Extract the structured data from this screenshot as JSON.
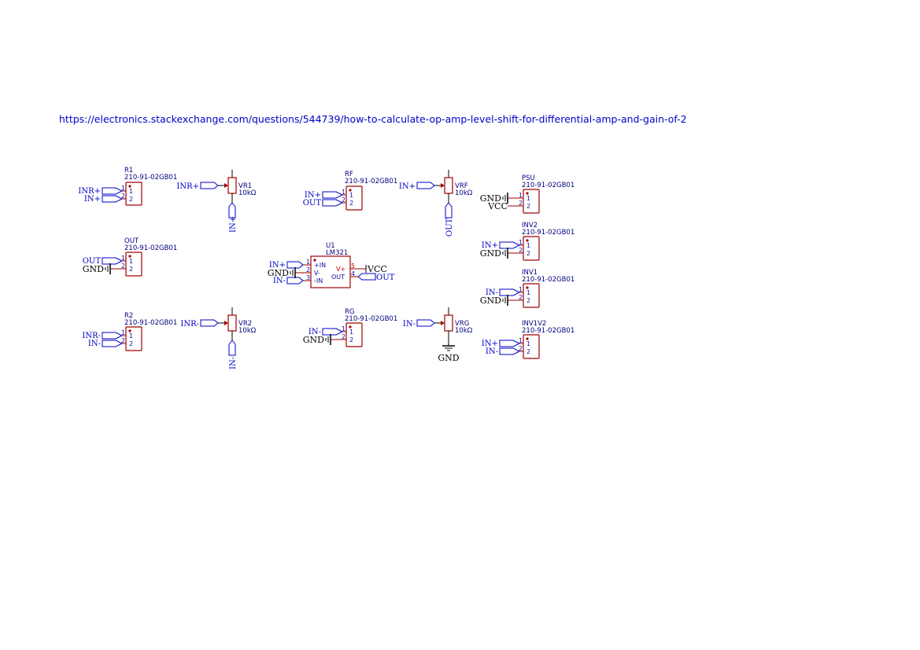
{
  "url": "https://electronics.stackexchange.com/questions/544739/how-to-calculate-op-amp-level-shift-for-differential-amp-and-gain-of-2",
  "connectors": [
    {
      "ref": "R1",
      "value": "210-91-02GB01",
      "pins": [
        "1",
        "2"
      ],
      "nets": [
        "INR+",
        "IN+"
      ]
    },
    {
      "ref": "OUT",
      "value": "210-91-02GB01",
      "pins": [
        "1",
        "2"
      ],
      "nets": [
        "OUT",
        "GND"
      ]
    },
    {
      "ref": "R2",
      "value": "210-91-02GB01",
      "pins": [
        "1",
        "2"
      ],
      "nets": [
        "INR-",
        "IN-"
      ]
    },
    {
      "ref": "RF",
      "value": "210-91-02GB01",
      "pins": [
        "1",
        "2"
      ],
      "nets": [
        "IN+",
        "OUT"
      ]
    },
    {
      "ref": "RG",
      "value": "210-91-02GB01",
      "pins": [
        "1",
        "2"
      ],
      "nets": [
        "IN-",
        "GND"
      ]
    },
    {
      "ref": "PSU",
      "value": "210-91-02GB01",
      "pins": [
        "1",
        "2"
      ],
      "nets": [
        "GND",
        "VCC"
      ]
    },
    {
      "ref": "INV2",
      "value": "210-91-02GB01",
      "pins": [
        "1",
        "2"
      ],
      "nets": [
        "IN+",
        "GND"
      ]
    },
    {
      "ref": "INV1",
      "value": "210-91-02GB01",
      "pins": [
        "1",
        "2"
      ],
      "nets": [
        "IN-",
        "GND"
      ]
    },
    {
      "ref": "INV1V2",
      "value": "210-91-02GB01",
      "pins": [
        "1",
        "2"
      ],
      "nets": [
        "IN+",
        "IN-"
      ]
    }
  ],
  "pots": [
    {
      "ref": "VR1",
      "value": "10kΩ",
      "in": "INR+",
      "out": "IN+"
    },
    {
      "ref": "VR2",
      "value": "10kΩ",
      "in": "INR-",
      "out": "IN-"
    },
    {
      "ref": "VRF",
      "value": "10kΩ",
      "in": "IN+",
      "out": "OUT"
    },
    {
      "ref": "VRG",
      "value": "10kΩ",
      "in": "IN-",
      "out": "GND"
    }
  ],
  "opamp": {
    "ref": "U1",
    "value": "LM321",
    "pins": {
      "p1": "1",
      "p2": "2",
      "p3": "3",
      "p4": "4",
      "p5": "5"
    },
    "pin_names": {
      "in_p": "+IN",
      "v_minus": "V-",
      "in_n": "-IN",
      "v_plus": "V+",
      "out": "OUT"
    },
    "nets": {
      "in_p": "IN+",
      "gnd": "GND",
      "in_n": "IN-",
      "vcc": "VCC",
      "out": "OUT"
    }
  }
}
